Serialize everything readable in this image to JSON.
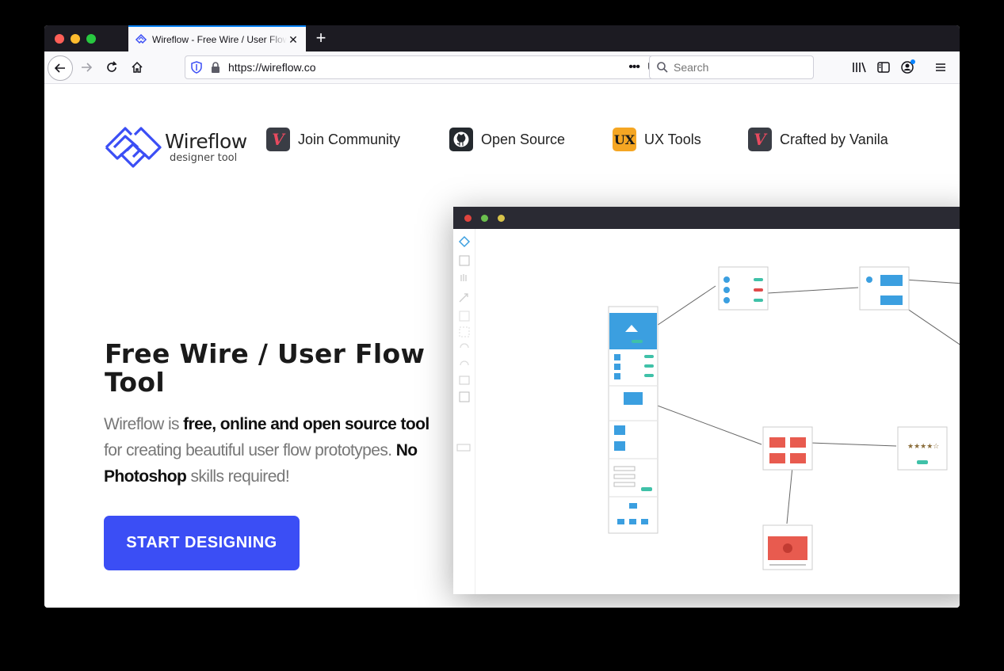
{
  "browser": {
    "tab": {
      "title": "Wireflow - Free Wire / User Flow Tool",
      "close_glyph": "✕"
    },
    "new_tab_glyph": "+",
    "url": "https://wireflow.co",
    "search_placeholder": "Search",
    "accent": "#0a84ff"
  },
  "site": {
    "logo": {
      "name": "Wireflow",
      "tagline": "designer tool",
      "color": "#3b4ef5"
    },
    "nav": [
      {
        "label": "Join Community",
        "icon": "vanila-logo-icon",
        "icon_text": "V",
        "icon_bg": "#3a3d45",
        "icon_color": "#e84a5f"
      },
      {
        "label": "Open Source",
        "icon": "github-icon",
        "icon_text": "",
        "icon_bg": "#24292e",
        "icon_color": "#ffffff"
      },
      {
        "label": "UX Tools",
        "icon": "ux-tools-icon",
        "icon_text": "UX",
        "icon_bg": "#f5a623",
        "icon_color": "#1a1a1a"
      },
      {
        "label": "Crafted by Vanila",
        "icon": "vanila-logo-icon",
        "icon_text": "V",
        "icon_bg": "#3a3d45",
        "icon_color": "#e84a5f"
      }
    ],
    "hero": {
      "title": "Free Wire / User Flow Tool",
      "desc_1": "Wireflow is ",
      "desc_2": "free, online and open source tool",
      "desc_3": " for creating beautiful user flow prototypes. ",
      "desc_4": "No Photoshop",
      "desc_5": " skills required!",
      "cta": "START DESIGNING",
      "cta_color": "#3b4ef5"
    }
  }
}
